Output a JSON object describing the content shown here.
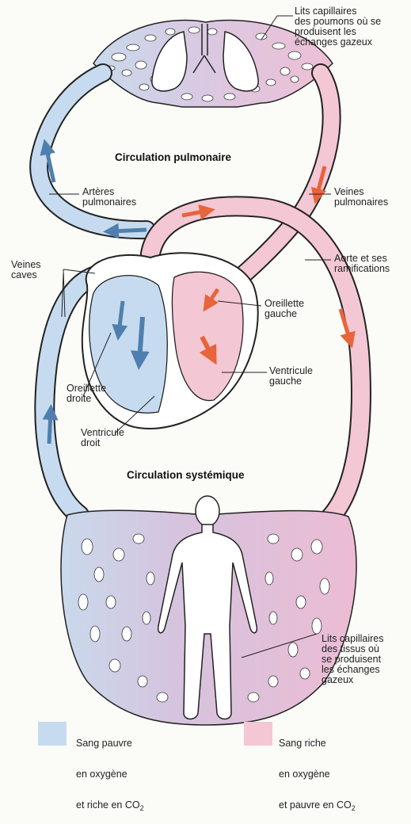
{
  "colors": {
    "deoxygenated": "#c6dbef",
    "oxygenated": "#f4c7d4",
    "capillary_blue": "#c9d9ec",
    "capillary_pink": "#e9bfd6",
    "arrow_blue": "#5a86b4",
    "arrow_red": "#e8643a",
    "outline": "#222222"
  },
  "titles": {
    "pulmonary": "Circulation pulmonaire",
    "systemic": "Circulation systémique"
  },
  "labels": {
    "lung_capillaries": "Lits capillaires\ndes poumons où se\nproduisent les\néchanges gazeux",
    "pulmonary_veins": "Veines\npulmonaires",
    "pulmonary_arteries": "Artères\npulmonaires",
    "venae_cavae": "Veines\ncaves",
    "aorta": "Aorte et ses\nramifications",
    "left_atrium": "Oreillette\ngauche",
    "right_atrium": "Oreillette\ndroite",
    "left_ventricle": "Ventricule\ngauche",
    "right_ventricle": "Ventricule\ndroit",
    "tissue_capillaries": "Lits capillaires\ndes tissus où\nse produisent\nles échanges\ngazeux"
  },
  "legend": {
    "blue_line1": "Sang pauvre",
    "blue_line2": "en oxygène",
    "blue_line3_prefix": "et riche en CO",
    "red_line1": "Sang riche",
    "red_line2": "en oxygène",
    "red_line3_prefix": "et pauvre en CO",
    "co2_subscript": "2"
  }
}
